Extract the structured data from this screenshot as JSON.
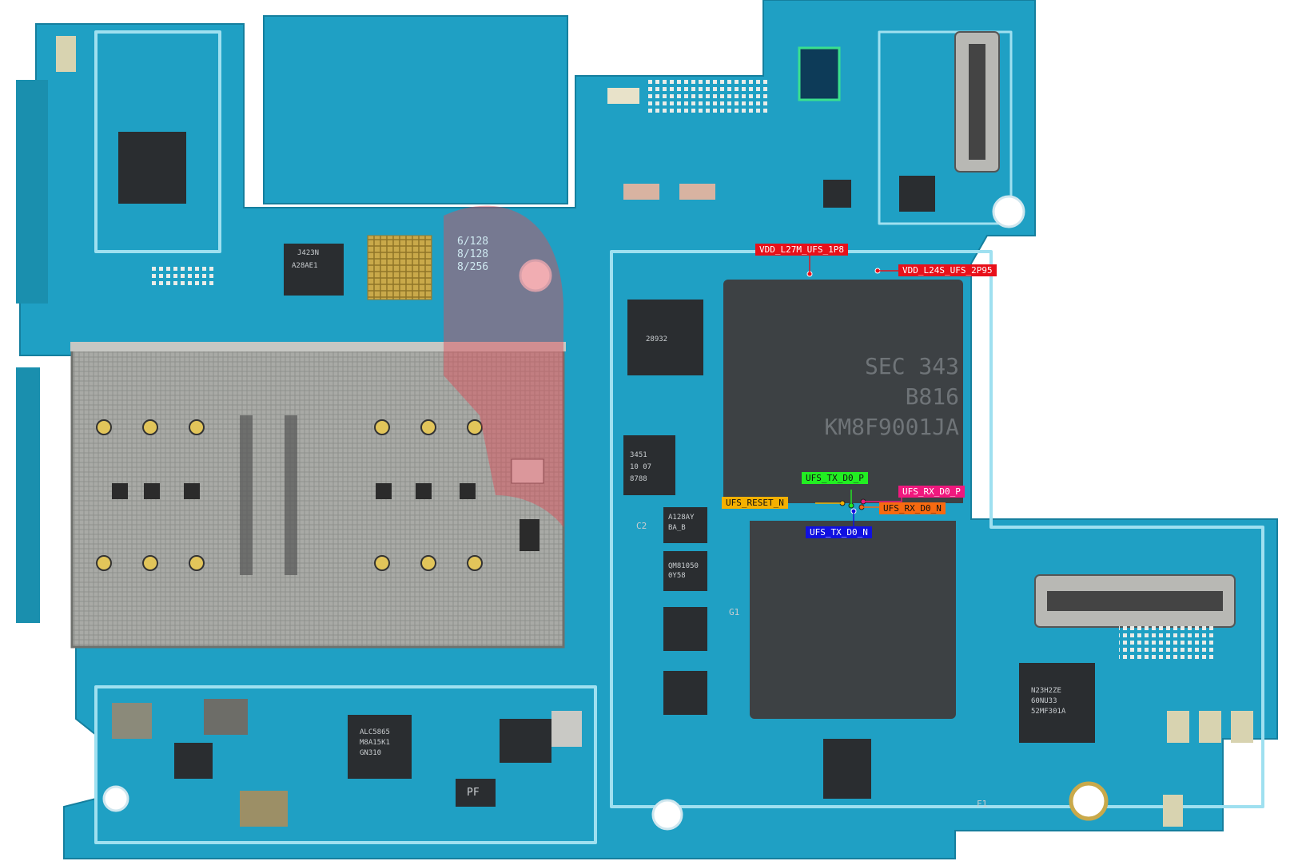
{
  "board": {
    "pcb_color": "#1fa0c4",
    "chips": {
      "ufs_chip": [
        "SEC 343",
        "B816",
        "KM8F9001JA"
      ],
      "memory_size_legend": [
        "6/128",
        "8/128",
        "8/256"
      ],
      "small_chip_marks": [
        "J423N",
        "A28AE1",
        "28932",
        "8788",
        "3451",
        "10 07",
        "A128AY",
        "BA_B",
        "QM81050",
        "0Y58",
        "ALC5865",
        "M8A15K1",
        "GN310",
        "PF",
        "N23H2ZE",
        "60NU33",
        "52MF301A",
        "C2",
        "G1",
        "F1"
      ]
    }
  },
  "labels": [
    {
      "name": "VDD_L27M_UFS_1P8",
      "color": "#e8101a"
    },
    {
      "name": "VDD_L24S_UFS_2P95",
      "color": "#e8101a"
    },
    {
      "name": "UFS_TX_D0_P",
      "color": "#22ee22"
    },
    {
      "name": "UFS_RX_D0_P",
      "color": "#f0187e"
    },
    {
      "name": "UFS_RESET_N",
      "color": "#f5b000"
    },
    {
      "name": "UFS_RX_D0_N",
      "color": "#f86a10"
    },
    {
      "name": "UFS_TX_D0_N",
      "color": "#1010e0"
    }
  ]
}
